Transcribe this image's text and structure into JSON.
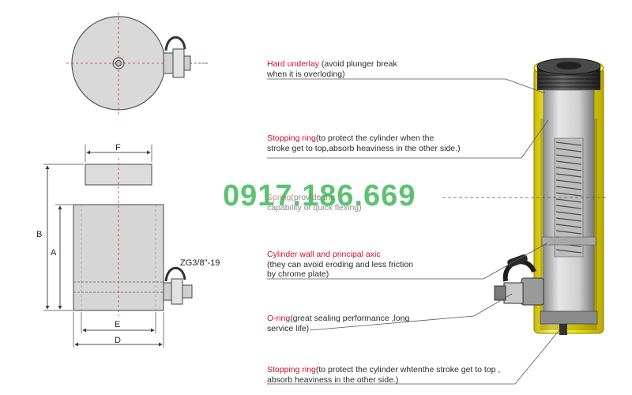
{
  "dimensions": {
    "A": "A",
    "B": "B",
    "D": "D",
    "E": "E",
    "F": "F",
    "port": "ZG3/8\"-19"
  },
  "annotations": [
    {
      "id": "hard-underlay",
      "highlight": "Hard underlay",
      "line1": " (avoid plunger break",
      "line2": "when it is overloding)",
      "line3": ""
    },
    {
      "id": "stopping-ring-top",
      "highlight": "Stopping ring",
      "line1": "(to protect the cylinder when the",
      "line2": "stroke get to top,absorb heaviness in the other side.)",
      "line3": ""
    },
    {
      "id": "spring",
      "highlight": "Spring",
      "line1": "(provide the",
      "line2": "capability of quick flexing)",
      "line3": ""
    },
    {
      "id": "cylinder-wall",
      "highlight": "Cylinder wall and principal axic",
      "line1": "",
      "line2": "(they can avoid eroding and less friction",
      "line3": "by chrome plate)"
    },
    {
      "id": "o-ring",
      "highlight": "O-ring",
      "line1": "(great sealing performance ,long",
      "line2": "service life)",
      "line3": ""
    },
    {
      "id": "stopping-ring-bottom",
      "highlight": "Stopping ring",
      "line1": "(to protect the cylinder whtenthe stroke get to top ,",
      "line2": "absorb heaviness in the other side.)",
      "line3": ""
    }
  ],
  "watermark": "0917.186.669",
  "colors": {
    "highlight": "#c8102e",
    "body_fill": "#dcdcdc",
    "cylinder_yellow": "#f2e600",
    "watermark": "#2fb34a"
  }
}
